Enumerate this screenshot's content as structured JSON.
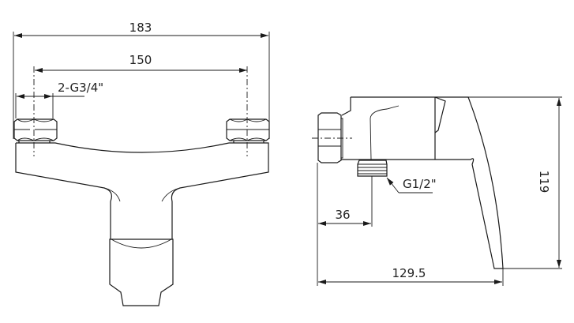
{
  "front_view": {
    "overall_width": "183",
    "inlet_spacing": "150",
    "inlet_thread": "2-G3/4\""
  },
  "side_view": {
    "outlet_thread": "G1/2\"",
    "outlet_offset": "36",
    "overall_depth": "129.5",
    "overall_height": "119"
  }
}
